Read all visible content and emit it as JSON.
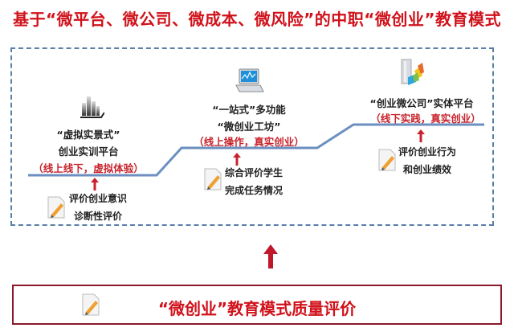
{
  "title": "基于“微平台、微公司、微成本、微风险”的中职“微创业”教育模式",
  "colors": {
    "title_red": "#d0121b",
    "subtitle_red": "#c8232c",
    "dash_blue": "#5a7fa8",
    "step_line_blue": "#6b8fc0",
    "bottom_border": "#8a1a2a"
  },
  "stages": [
    {
      "icon": "building-chart-icon",
      "lines": [
        "“虚拟实景式”",
        "创业实训平台"
      ],
      "note": "（线上线下，虚拟体验）",
      "evaluation": [
        "评价创业意识",
        "诊断性评价"
      ]
    },
    {
      "icon": "laptop-icon",
      "lines": [
        "“一站式”多功能",
        "“微创业工坊”"
      ],
      "note": "（线上操作，真实创业）",
      "evaluation": [
        "综合评价学生",
        "完成任务情况"
      ]
    },
    {
      "icon": "company-building-icon",
      "lines": [
        "“创业微公司”实体平台"
      ],
      "note": "（线下实践，真实创业）",
      "evaluation": [
        "评价创业行为",
        "和创业绩效"
      ]
    }
  ],
  "bottom": {
    "label": "“微创业”教育模式质量评价"
  }
}
